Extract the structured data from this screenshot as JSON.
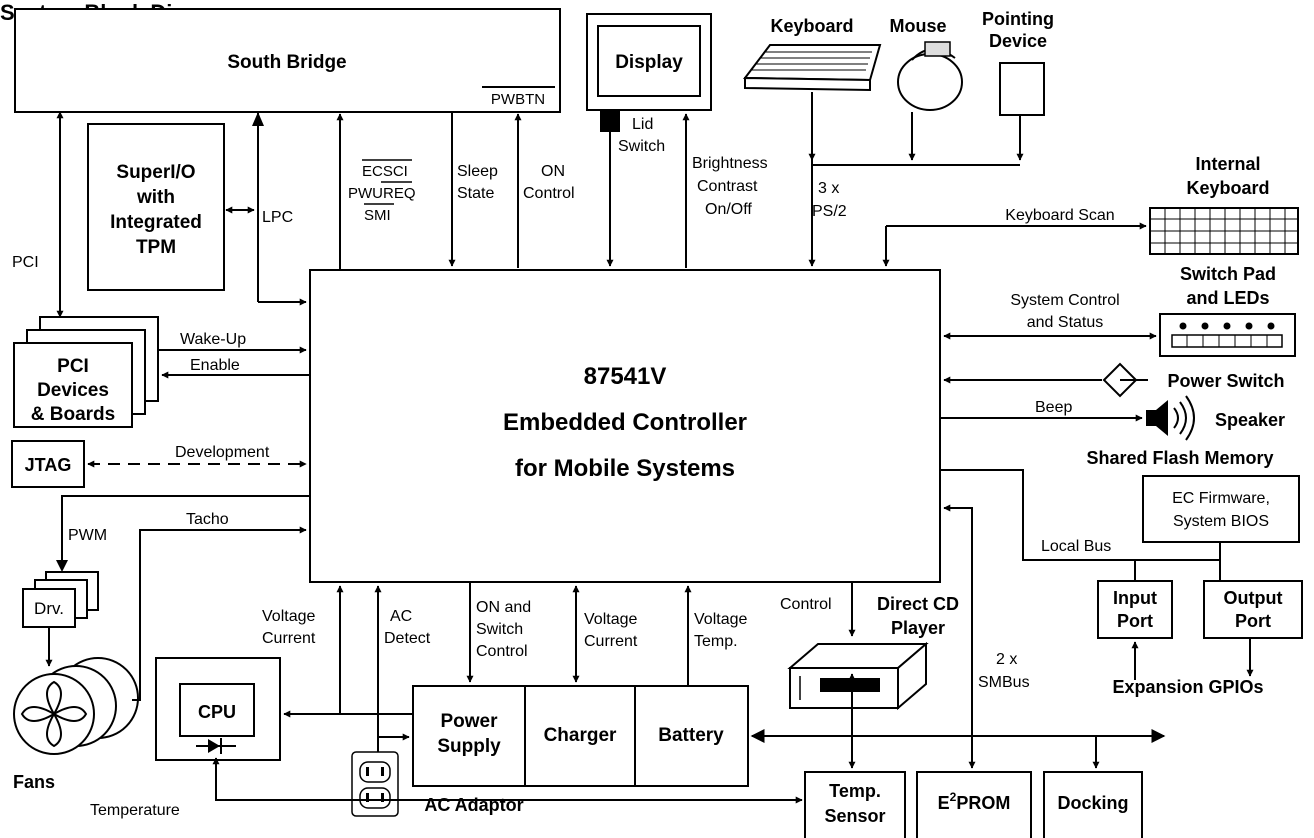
{
  "title": "System Block Diagram",
  "blocks": {
    "south_bridge": "South Bridge",
    "pwbtn": "PWBTN",
    "display": "Display",
    "keyboard": "Keyboard",
    "mouse": "Mouse",
    "pointing_device_1": "Pointing",
    "pointing_device_2": "Device",
    "superio_1": "SuperI/O",
    "superio_2": "with",
    "superio_3": "Integrated",
    "superio_4": "TPM",
    "internal_keyboard_1": "Internal",
    "internal_keyboard_2": "Keyboard",
    "switch_pad_1": "Switch Pad",
    "switch_pad_2": "and LEDs",
    "ec_1": "87541V",
    "ec_2": "Embedded Controller",
    "ec_3": "for Mobile Systems",
    "pci_devices_1": "PCI",
    "pci_devices_2": "Devices",
    "pci_devices_3": "& Boards",
    "jtag": "JTAG",
    "power_switch": "Power Switch",
    "speaker": "Speaker",
    "shared_flash": "Shared Flash Memory",
    "flash_1": "EC Firmware,",
    "flash_2": "System BIOS",
    "drv": "Drv.",
    "input_port_1": "Input",
    "input_port_2": "Port",
    "output_port_1": "Output",
    "output_port_2": "Port",
    "direct_cd_1": "Direct CD",
    "direct_cd_2": "Player",
    "cpu": "CPU",
    "power_supply_1": "Power",
    "power_supply_2": "Supply",
    "charger": "Charger",
    "battery": "Battery",
    "expansion": "Expansion GPIOs",
    "fans": "Fans",
    "ac_adaptor": "AC Adaptor",
    "temp_sensor_1": "Temp.",
    "temp_sensor_2": "Sensor",
    "eeprom_e": "E",
    "eeprom_sup": "2",
    "eeprom_rest": "PROM",
    "docking": "Docking"
  },
  "signals": {
    "pci": "PCI",
    "lpc": "LPC",
    "ecsci": "ECSCI",
    "pwureq": "PWUREQ",
    "smi": "SMI",
    "sleep_1": "Sleep",
    "sleep_2": "State",
    "on_control_1": "ON",
    "on_control_2": "Control",
    "lid_1": "Lid",
    "lid_2": "Switch",
    "brightness_1": "Brightness",
    "brightness_2": "Contrast",
    "brightness_3": "On/Off",
    "ps2_1": "3 x",
    "ps2_2": "PS/2",
    "keyboard_scan": "Keyboard Scan",
    "sys_ctrl_1": "System Control",
    "sys_ctrl_2": "and Status",
    "wake_up": "Wake-Up",
    "enable": "Enable",
    "beep": "Beep",
    "development": "Development",
    "pwm": "PWM",
    "tacho": "Tacho",
    "local_bus": "Local Bus",
    "control": "Control",
    "voltage_current_1": "Voltage",
    "voltage_current_2": "Current",
    "ac_detect_1": "AC",
    "ac_detect_2": "Detect",
    "on_switch_1": "ON and",
    "on_switch_2": "Switch",
    "on_switch_3": "Control",
    "charger_vc_1": "Voltage",
    "charger_vc_2": "Current",
    "battery_vt_1": "Voltage",
    "battery_vt_2": "Temp.",
    "smbus_1": "2 x",
    "smbus_2": "SMBus",
    "temperature": "Temperature"
  }
}
